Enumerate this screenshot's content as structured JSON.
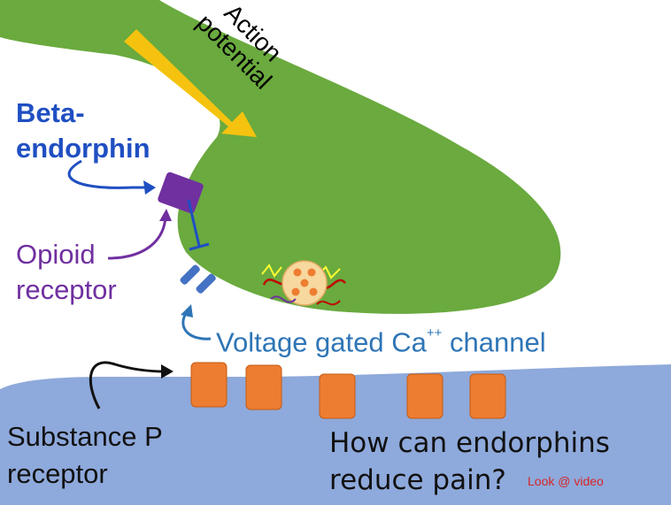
{
  "labels": {
    "action_line1": "Action",
    "action_line2": "potential",
    "beta_line1": "Beta-",
    "beta_line2": "endorphin",
    "opioid_line1": "Opioid",
    "opioid_line2": "receptor",
    "vgcc_prefix": "Voltage gated Ca",
    "vgcc_superscript": "++",
    "vgcc_suffix": " channel",
    "substance_line1": "Substance P",
    "substance_line2": "receptor",
    "question_line1": "How can endorphins",
    "question_line2": "reduce pain?",
    "look_note": "Look @ video"
  },
  "colors": {
    "neuron_green": "#6aaa3e",
    "postsynaptic_blue": "#8ea9db",
    "arrow_yellow": "#f5c30f",
    "beta_blue": "#1f4fc2",
    "opioid_purple": "#7030a0",
    "channel_blue": "#4472c4",
    "vgcc_text_blue": "#2e75b6",
    "receptor_orange": "#ed7d31",
    "look_red": "#d62728"
  }
}
